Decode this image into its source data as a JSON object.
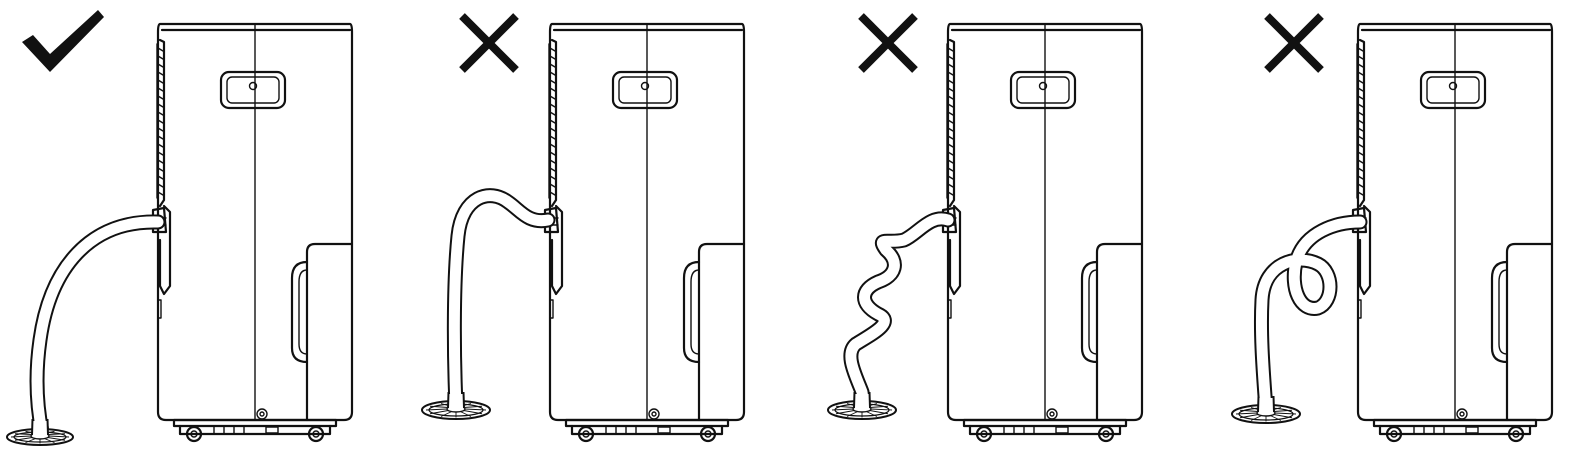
{
  "panels": [
    {
      "mark": "check",
      "hose": "smooth-arc",
      "colors": {
        "mark": "#111111"
      }
    },
    {
      "mark": "cross",
      "hose": "s-bend",
      "colors": {
        "mark": "#111111"
      }
    },
    {
      "mark": "cross",
      "hose": "wavy",
      "colors": {
        "mark": "#111111"
      }
    },
    {
      "mark": "cross",
      "hose": "loop",
      "colors": {
        "mark": "#111111"
      }
    }
  ],
  "colors": {
    "line": "#111111",
    "background": "#ffffff"
  }
}
